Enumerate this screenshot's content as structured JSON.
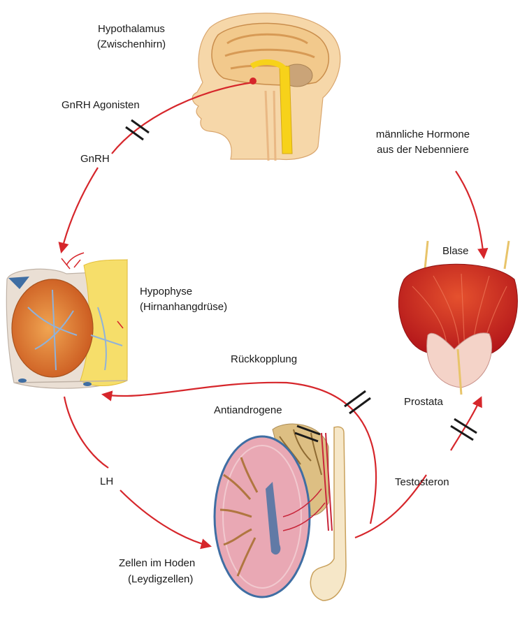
{
  "diagram": {
    "labels": {
      "hypothalamus": "Hypothalamus",
      "hypothalamus_sub": "(Zwischenhirn)",
      "gnrh_agonisten": "GnRH Agonisten",
      "gnrh": "GnRH",
      "hypophyse": "Hypophyse",
      "hypophyse_sub": "(Hirnanhangdrüse)",
      "lh": "LH",
      "zellen_im_hoden": "Zellen im Hoden",
      "leydigzellen": "(Leydigzellen)",
      "rueckkopplung": "Rückkopplung",
      "antiandrogene": "Antiandrogene",
      "testosteron": "Testosteron",
      "prostata": "Prostata",
      "blase": "Blase",
      "nebenniere_1": "männliche Hormone",
      "nebenniere_2": "aus der Nebenniere"
    },
    "colors": {
      "arrow": "#d6262b",
      "block_mark": "#1a1a1a",
      "skin": "#f6d7a9",
      "brain": "#f2c98c",
      "bladder": "#c51f1f",
      "gland_orange": "#dd7a2a",
      "vessel_blue": "#8fb2da",
      "testis_pink": "#e9a8b4"
    },
    "icons": [
      "head-brain-illustration",
      "pituitary-illustration",
      "bladder-prostate-illustration",
      "testis-illustration"
    ]
  }
}
